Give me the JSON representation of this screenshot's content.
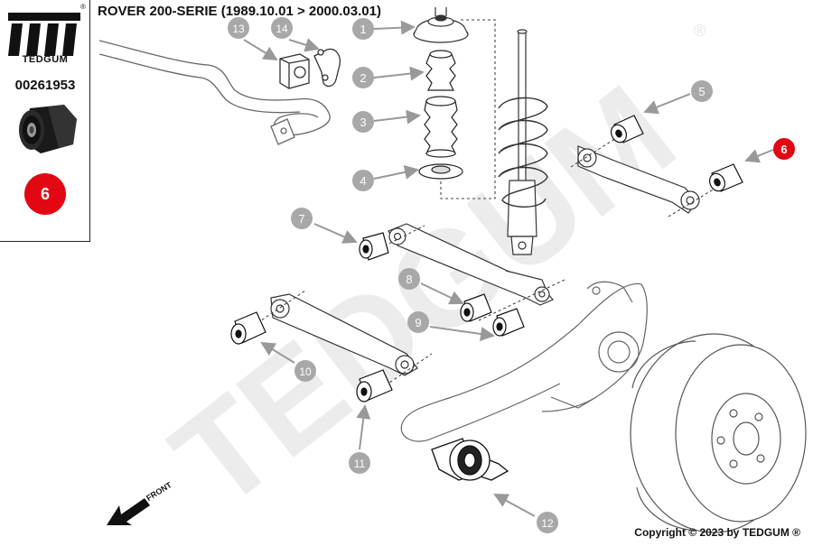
{
  "header": {
    "title": "ROVER 200-SERIE (1989.10.01 > 2000.03.01)"
  },
  "sidebar": {
    "brand": "TEDGUM",
    "registered_mark": "®",
    "part_number": "00261953",
    "highlight_label": "6"
  },
  "watermark": {
    "text": "TEDGUM",
    "registered_mark": "®"
  },
  "front_label": "FRONT",
  "footer": {
    "copyright": "Copyright © 2023 by TEDGUM ®"
  },
  "callouts": [
    {
      "label": "1",
      "highlighted": false
    },
    {
      "label": "2",
      "highlighted": false
    },
    {
      "label": "3",
      "highlighted": false
    },
    {
      "label": "4",
      "highlighted": false
    },
    {
      "label": "5",
      "highlighted": false
    },
    {
      "label": "6",
      "highlighted": true
    },
    {
      "label": "7",
      "highlighted": false
    },
    {
      "label": "8",
      "highlighted": false
    },
    {
      "label": "9",
      "highlighted": false
    },
    {
      "label": "10",
      "highlighted": false
    },
    {
      "label": "11",
      "highlighted": false
    },
    {
      "label": "12",
      "highlighted": false
    },
    {
      "label": "13",
      "highlighted": false
    },
    {
      "label": "14",
      "highlighted": false
    }
  ],
  "colors": {
    "callout_grey": "#a8a8a8",
    "highlight_red": "#e30613",
    "line": "#555555",
    "watermark": "#ececec"
  }
}
